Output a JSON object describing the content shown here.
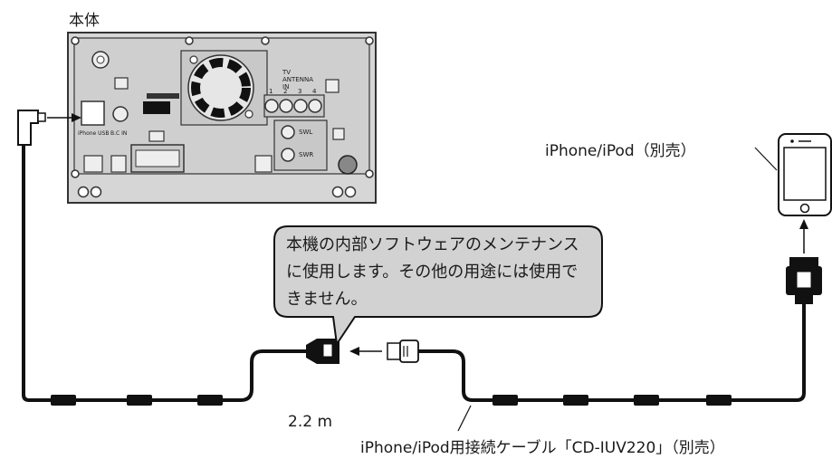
{
  "labels": {
    "main_unit": "本体",
    "device": "iPhone/iPod（別売）",
    "cable_length": "2.2 m",
    "cable_name": "iPhone/iPod用接続ケーブル「CD-IUV220」（別売）",
    "callout": "本機の内部ソフトウェアのメンテナンスに使用します。その他の用途には使用できません。"
  },
  "unit_panel": {
    "tv_antenna": [
      "TV",
      "ANTENNA",
      "IN"
    ],
    "antenna_ports": [
      "1",
      "2",
      "3",
      "4"
    ],
    "iphone_usb": "iPhone USB",
    "blc_in": "B.C IN",
    "swl": "SWL",
    "swr": "SWR"
  },
  "colors": {
    "panel_fill": "#d6d6d6",
    "panel_stroke": "#333333",
    "cable": "#111111",
    "callout_fill": "#d2d2d2"
  }
}
